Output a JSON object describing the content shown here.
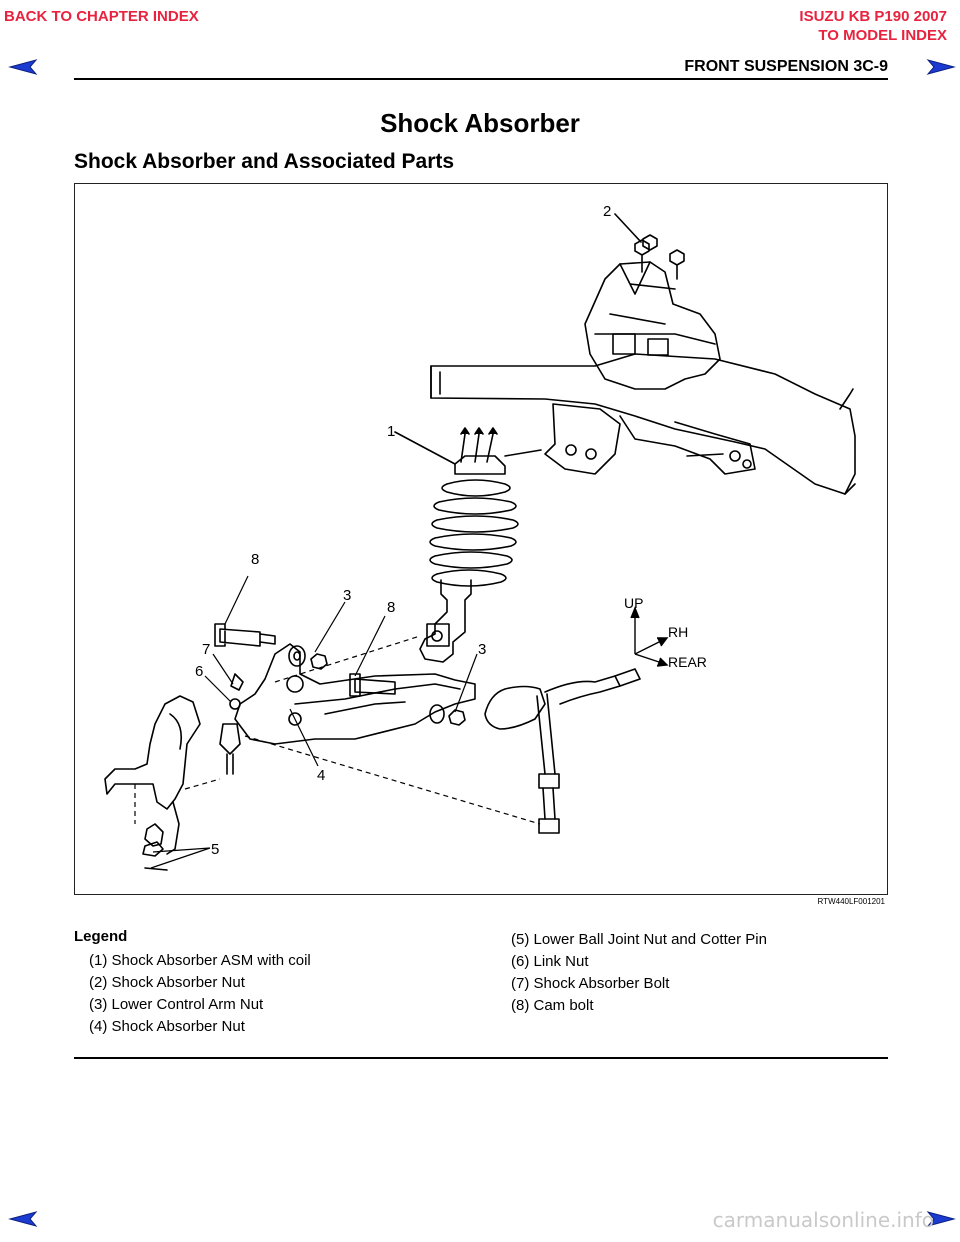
{
  "header": {
    "back_to_chapter": "BACK TO CHAPTER INDEX",
    "manual_title": "ISUZU KB P190 2007",
    "to_model_index": "TO MODEL INDEX",
    "section": "FRONT SUSPENSION  3C-9"
  },
  "page": {
    "title": "Shock Absorber",
    "subtitle": "Shock Absorber and Associated Parts"
  },
  "figure": {
    "callouts": [
      "1",
      "2",
      "3",
      "3",
      "4",
      "5",
      "6",
      "7",
      "8",
      "8"
    ],
    "orientation": {
      "up": "UP",
      "rh": "RH",
      "rear": "REAR"
    },
    "code": "RTW440LF001201"
  },
  "legend": {
    "heading": "Legend",
    "left_items": [
      "(1) Shock Absorber ASM with coil",
      "(2) Shock Absorber Nut",
      "(3) Lower Control Arm Nut",
      "(4) Shock Absorber Nut"
    ],
    "right_items": [
      "(5) Lower Ball Joint Nut and Cotter Pin",
      "(6) Link Nut",
      "(7) Shock Absorber Bolt",
      "(8) Cam bolt"
    ]
  },
  "footer": {
    "watermark": "carmanualsonline.info"
  },
  "colors": {
    "link": "#e8233f",
    "arrow": "#1b3bd1"
  },
  "icons": [
    "prev-page-arrow-icon",
    "next-page-arrow-icon"
  ]
}
